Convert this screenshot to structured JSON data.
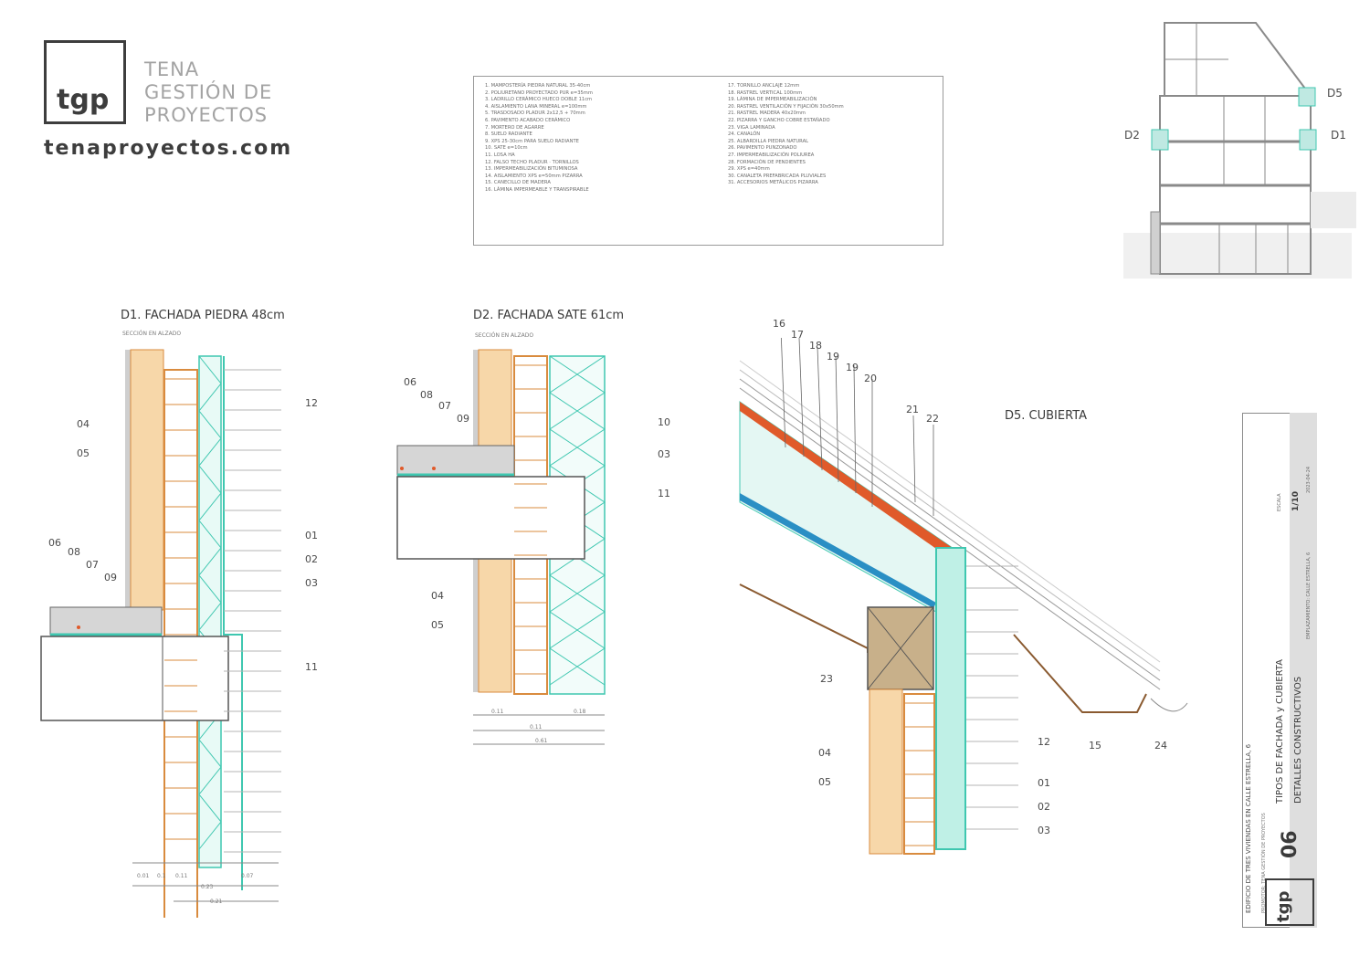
{
  "brand": {
    "logo_letters": "tgp",
    "firm_name": [
      "TENA",
      "GESTIÓN DE",
      "PROYECTOS"
    ],
    "website": "tenaproyectos.com"
  },
  "legend": {
    "left": [
      "1.   MAMPOSTERÍA PIEDRA NATURAL 35-40cm",
      "2.   POLIURETANO PROYECTADO PUR e=35mm",
      "3.   LADRILLO CERÁMICO HUECO DOBLE 11cm",
      "4.   AISLAMIENTO LANA MINERAL e=100mm",
      "5.   TRASDOSADO PLADUR 2x12,5 + 70mm",
      "6.   PAVIMENTO ACABADO CERÁMICO",
      "7.   MORTERO DE AGARRE",
      "8.   SUELO RADIANTE",
      "9.   XPS 25-30cm PARA SUELO RADIANTE",
      "10.  SATE e=10cm",
      "11.  LOSA HA",
      "12.  FALSO TECHO PLADUR · TORNILLOS",
      "13.  IMPERMEABILIZACIÓN BITUMINOSA",
      "14.  AISLAMIENTO XPS e=50mm PIZARRA",
      "15.  CANECILLO DE MADERA",
      "16.  LÁMINA IMPERMEABLE Y TRANSPIRABLE"
    ],
    "right": [
      "17.  TORNILLO ANCLAJE 12mm",
      "18.  RASTREL VERTICAL 100mm",
      "19.  LÁMINA DE IMPERMEABILIZACIÓN",
      "20.  RASTREL VENTILACIÓN Y FIJACIÓN 30x50mm",
      "21.  RASTREL MADERA 40x20mm",
      "22.  PIZARRA Y GANCHO COBRE ESTAÑADO",
      "23.  VIGA LAMINADA",
      "24.  CANALÓN",
      "25.  ALBARDILLA PIEDRA NATURAL",
      "26.  PAVIMENTO PUNZONADO",
      "27.  IMPERMEABILIZACIÓN POLIUREA",
      "28.  FORMACIÓN DE PENDIENTES",
      "29.  XPS e=40mm",
      "30.  CANALETA PREFABRICADA PLUVIALES",
      "31.  ACCESORIOS METÁLICOS PIZARRA"
    ]
  },
  "key_plan": {
    "markers": [
      "D5",
      "D2",
      "D1"
    ]
  },
  "details": {
    "d1": {
      "title": "D1. FACHADA PIEDRA 48cm",
      "subtitle": "SECCIÓN EN ALZADO",
      "tags_left": [
        "04",
        "05"
      ],
      "tags_floor": [
        "06",
        "08",
        "07",
        "09"
      ],
      "tags_right": [
        "12",
        "01",
        "02",
        "03",
        "11"
      ],
      "dims": [
        "0.01",
        "0.1",
        "0.11",
        "0.07",
        "0.23",
        "0.21"
      ]
    },
    "d2": {
      "title": "D2. FACHADA SATE 61cm",
      "subtitle": "SECCIÓN EN ALZADO",
      "tags_floor": [
        "06",
        "08",
        "07",
        "09"
      ],
      "tags_right": [
        "10",
        "03",
        "11"
      ],
      "tags_left": [
        "04",
        "05"
      ],
      "dims": [
        "0.11",
        "0.11",
        "0.18",
        "0.61"
      ]
    },
    "d5": {
      "title": "D5. CUBIERTA",
      "tags_top": [
        "16",
        "17",
        "18",
        "19",
        "19",
        "20"
      ],
      "tags_top_right": [
        "21",
        "22"
      ],
      "tag_beam": "23",
      "tags_left": [
        "04",
        "05"
      ],
      "tags_right": [
        "12",
        "01",
        "02",
        "03"
      ],
      "tags_eave": [
        "15",
        "24"
      ]
    }
  },
  "title_block": {
    "project": "EDIFICIO DE TRES VIVIENDAS EN CALLE ESTRELLA, 6",
    "sheet_title_1": "TIPOS DE FACHADA y CUBIERTA",
    "sheet_title_2": "DETALLES CONSTRUCTIVOS",
    "sheet_number": "06",
    "scale_label": "ESCALA",
    "scale_value": "1/10",
    "date": "2023-04-24",
    "promoter": "PROMOTOR: TENA GESTIÓN DE PROYECTOS",
    "location": "EMPLAZAMIENTO: CALLE ESTRELLA, 6",
    "logo_letters": "tgp"
  },
  "colors": {
    "brick": "#d98b3e",
    "stone": "#f2c98a",
    "insulation": "#3fc7b0",
    "membrane": "#e05a2a",
    "membrane_blue": "#2a8fc4",
    "beam": "#c8b08a",
    "line": "#555555",
    "grey_fill": "#d6d6d6"
  }
}
